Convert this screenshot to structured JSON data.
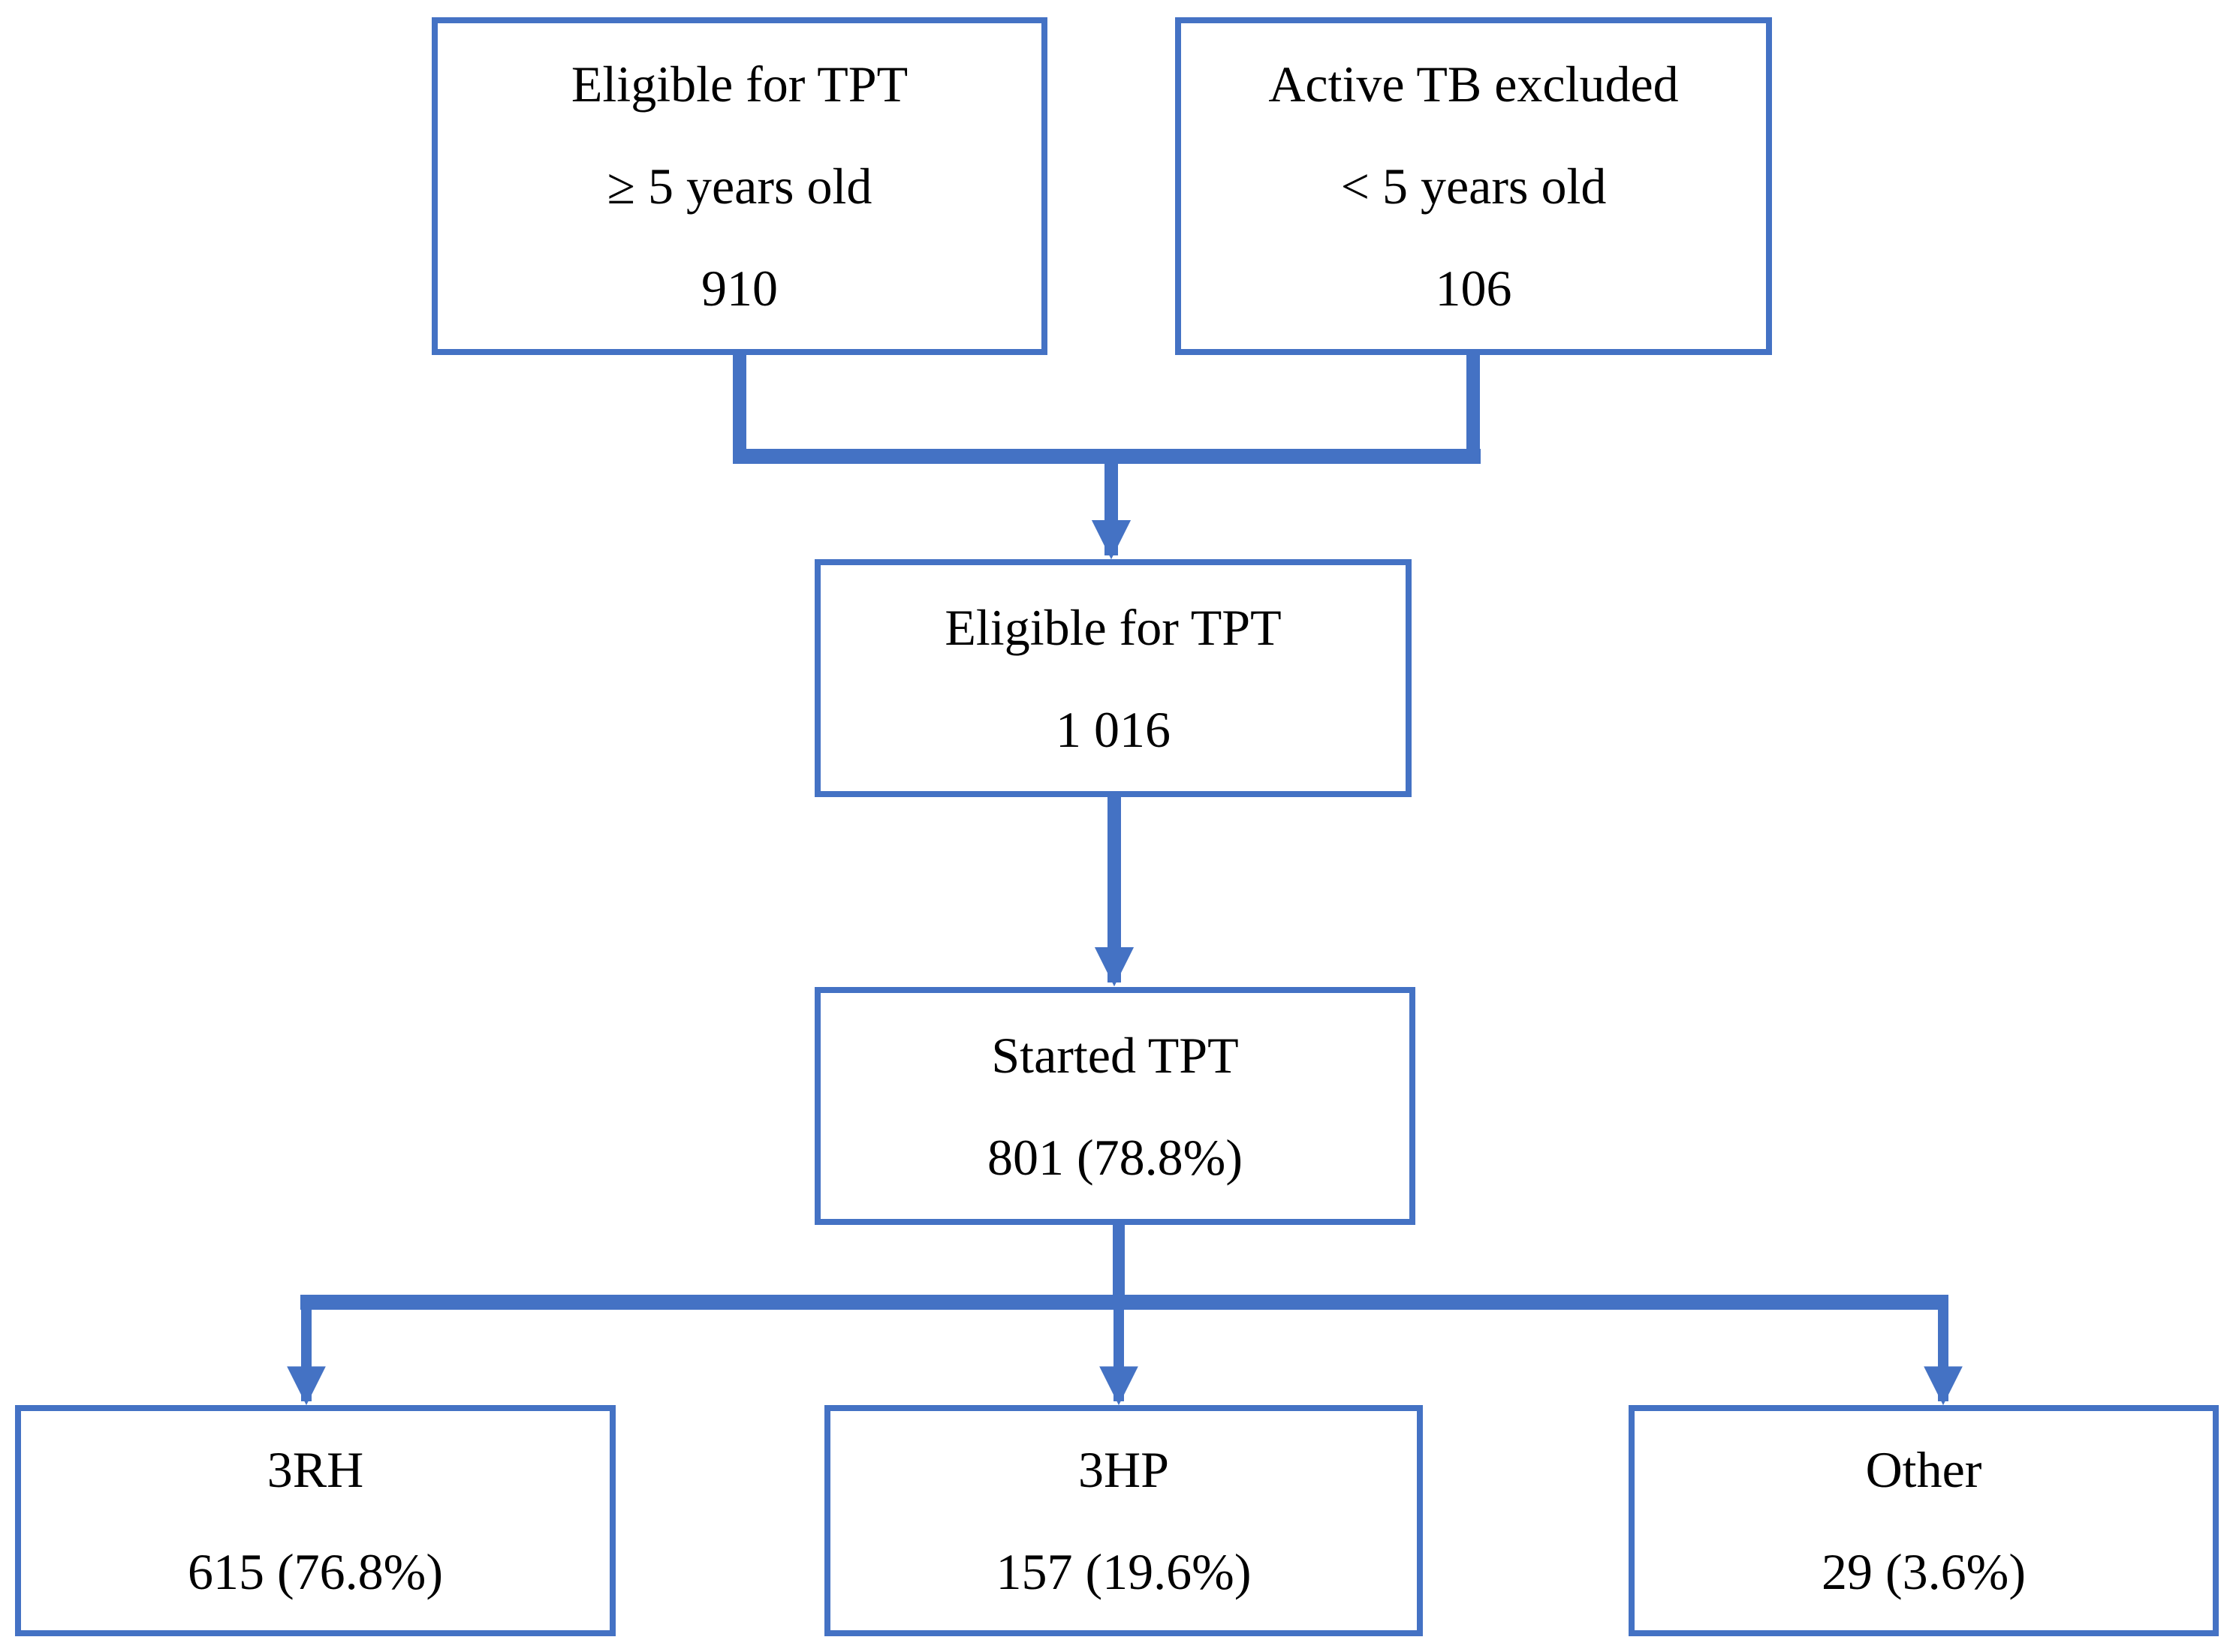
{
  "diagram": {
    "colors": {
      "line": "#4472C4",
      "text": "#000000",
      "background": "#FFFFFF"
    },
    "nodes": [
      {
        "id": "eligible-ge5",
        "lines": [
          "Eligible for TPT",
          "≥ 5 years old",
          "910"
        ]
      },
      {
        "id": "excluded-lt5",
        "lines": [
          "Active TB excluded",
          "< 5 years old",
          "106"
        ]
      },
      {
        "id": "eligible-total",
        "lines": [
          "Eligible for TPT",
          "1 016"
        ]
      },
      {
        "id": "started-tpt",
        "lines": [
          "Started TPT",
          "801 (78.8%)"
        ]
      },
      {
        "id": "3rh",
        "lines": [
          "3RH",
          "615 (76.8%)"
        ]
      },
      {
        "id": "3hp",
        "lines": [
          "3HP",
          "157 (19.6%)"
        ]
      },
      {
        "id": "other",
        "lines": [
          "Other",
          "29 (3.6%)"
        ]
      }
    ],
    "edges": [
      {
        "from": "eligible-ge5",
        "to": "eligible-total"
      },
      {
        "from": "excluded-lt5",
        "to": "eligible-total"
      },
      {
        "from": "eligible-total",
        "to": "started-tpt"
      },
      {
        "from": "started-tpt",
        "to": "3rh"
      },
      {
        "from": "started-tpt",
        "to": "3hp"
      },
      {
        "from": "started-tpt",
        "to": "other"
      }
    ]
  }
}
